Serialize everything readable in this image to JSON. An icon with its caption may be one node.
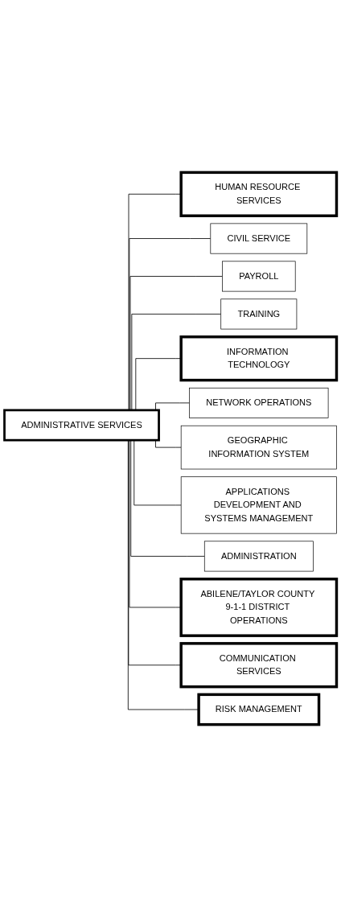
{
  "diagram": {
    "nodes": [
      {
        "text": [
          "ADMINISTRATIVE SERVICES"
        ]
      },
      {
        "text": [
          "HUMAN RESOURCE SERVICES"
        ]
      },
      {
        "text": [
          "CIVIL SERVICE"
        ]
      },
      {
        "text": [
          "PAYROLL"
        ]
      },
      {
        "text": [
          "TRAINING"
        ]
      },
      {
        "text": [
          "INFORMATION TECHNOLOGY"
        ]
      },
      {
        "text": [
          "NETWORK OPERATIONS"
        ]
      },
      {
        "text": [
          "GEOGRAPHIC INFORMATION SYSTEM"
        ]
      },
      {
        "text": [
          "APPLICATIONS DEVELOPMENT AND SYSTEMS MANAGEMENT"
        ]
      },
      {
        "text": [
          "ADMINISTRATION"
        ]
      },
      {
        "text": [
          "ABILENE/TAYLOR COUNTY 9-1-1 DISTRICT OPERATIONS"
        ]
      },
      {
        "text": [
          "COMMUNICATION SERVICES"
        ]
      },
      {
        "text": [
          "RISK MANAGEMENT"
        ]
      }
    ],
    "edges": [
      {
        "from": 0,
        "to": 1,
        "arrow": "none"
      },
      {
        "from": 0,
        "to": 2,
        "arrow": "none"
      },
      {
        "from": 0,
        "to": 3,
        "arrow": "none"
      },
      {
        "from": 0,
        "to": 4,
        "arrow": "none"
      },
      {
        "from": 0,
        "to": 5,
        "arrow": "none"
      },
      {
        "from": 0,
        "to": 6,
        "arrow": "none"
      },
      {
        "from": 0,
        "to": 7,
        "arrow": "none"
      },
      {
        "from": 0,
        "to": 8,
        "arrow": "none"
      },
      {
        "from": 0,
        "to": 9,
        "arrow": "none"
      },
      {
        "from": 0,
        "to": 10,
        "arrow": "none"
      },
      {
        "from": 0,
        "to": 11,
        "arrow": "none"
      },
      {
        "from": 0,
        "to": 12,
        "arrow": "none"
      }
    ]
  }
}
